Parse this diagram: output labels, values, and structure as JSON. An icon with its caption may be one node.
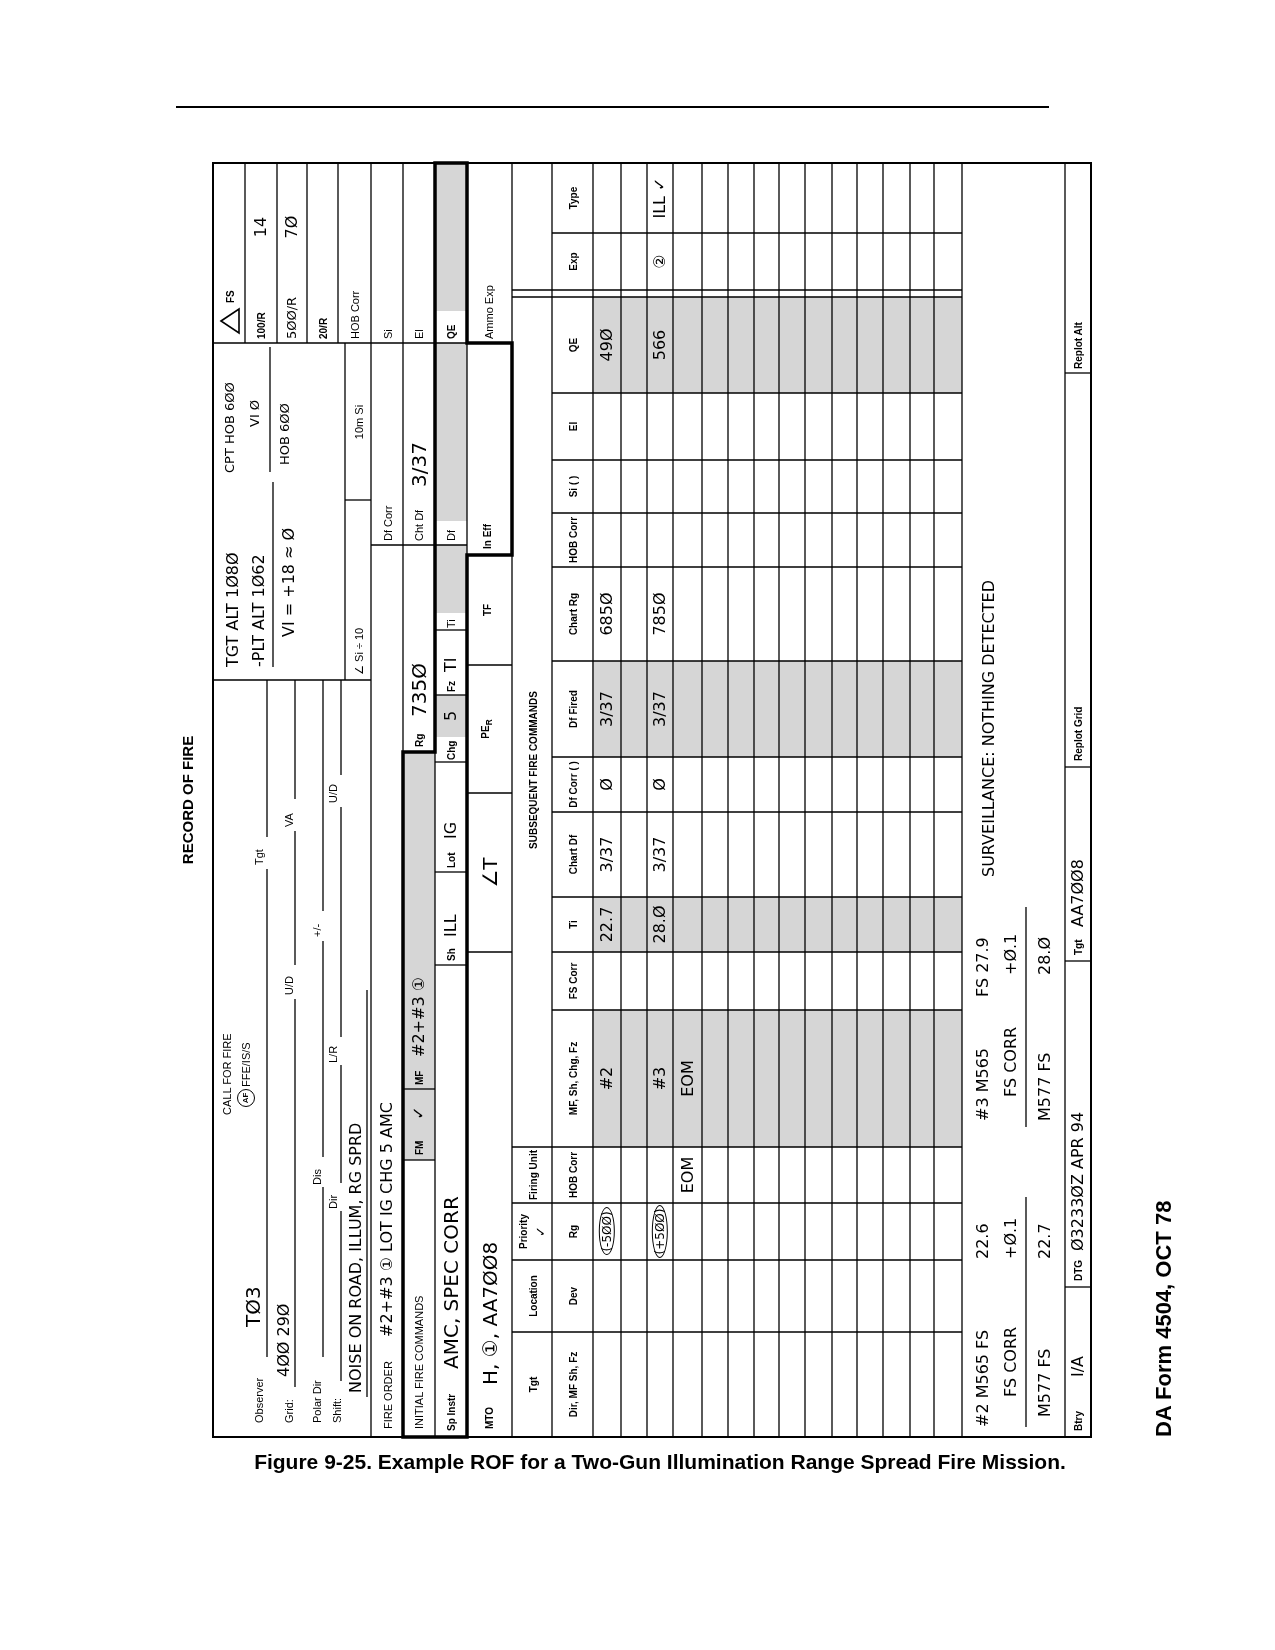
{
  "diagram": {
    "title": "RECORD OF FIRE",
    "caption": "Figure 9-25. Example ROF for a Two-Gun Illumination Range Spread Fire Mission.",
    "labels": [
      "CALL FOR FIRE",
      "AF",
      "FFE/IS/S",
      "Observer",
      "TØ3",
      "Tgt",
      "Grid:",
      "4ØØ 29Ø",
      "U/D",
      "VA",
      "Polar Dir",
      "Dis",
      "+/-",
      "Shift:",
      "Dir",
      "L/R",
      "U/D",
      "NOISE ON ROAD, ILLUM, RG SPRD",
      "TGT ALT 1Ø8Ø",
      "-PLT ALT 1Ø62",
      "VI = +18 ≈ Ø",
      "CPT HOB 6ØØ",
      "VI Ø",
      "HOB 6ØØ",
      "∠ Si ÷ 10",
      "10m Si",
      "FS",
      "100/R",
      "14",
      "5ØØ/R",
      "7Ø",
      "20/R",
      "HOB Corr",
      "FIRE ORDER",
      "#2+#3 ① LOT IG CHG 5 AMC",
      "Df Corr",
      "Si",
      "INITIAL FIRE COMMANDS",
      "FM",
      "✓",
      "MF",
      "#2+#3 ①",
      "Rg",
      "735Ø",
      "Cht Df",
      "3/37",
      "El",
      "Sp Instr",
      "AMC, SPEC CORR",
      "Sh",
      "ILL",
      "Lot",
      "IG",
      "Chg",
      "5",
      "Fz",
      "TI",
      "Ti",
      "Df",
      "QE",
      "MTO",
      "H, ①, AA7ØØ8",
      "∠T",
      "PE$_{R}$",
      "TF",
      "In Eff",
      "Ammo Exp",
      "Tgt",
      "Location",
      "Priority",
      "✓",
      "Firing Unit",
      "SUBSEQUENT FIRE COMMANDS",
      "Dir, MF Sh, Fz",
      "Dev",
      "Rg",
      "HOB Corr",
      "MF, Sh, Chg, Fz",
      "FS Corr",
      "Ti",
      "Chart Df",
      "Df Corr ( )",
      "Df Fired",
      "Chart Rg",
      "HOB Corr",
      "Si ( )",
      "El",
      "QE",
      "Exp",
      "Type",
      "(-5ØØ)",
      "#2",
      "22.7",
      "3/37",
      "Ø",
      "3/37",
      "685Ø",
      "49Ø",
      "(+5ØØ)",
      "#3",
      "28.Ø",
      "3/37",
      "Ø",
      "3/37",
      "785Ø",
      "566",
      "②",
      "ILL ✓",
      "EOM",
      "EOM",
      "#2 M565 FS",
      "22.6",
      "FS CORR",
      "+Ø.1",
      "M577 FS",
      "22.7",
      "#3 M565",
      "FS 27.9",
      "FS CORR",
      "+Ø.1",
      "M577 FS",
      "28.Ø",
      "SURVEILLANCE: NOTHING DETECTED",
      "Btry",
      "I/A",
      "DTG",
      "Ø3233ØZ APR 94",
      "Tgt",
      "AA7ØØ8",
      "Replot Grid",
      "Replot Alt",
      "DA Form 4504, OCT 78"
    ]
  }
}
